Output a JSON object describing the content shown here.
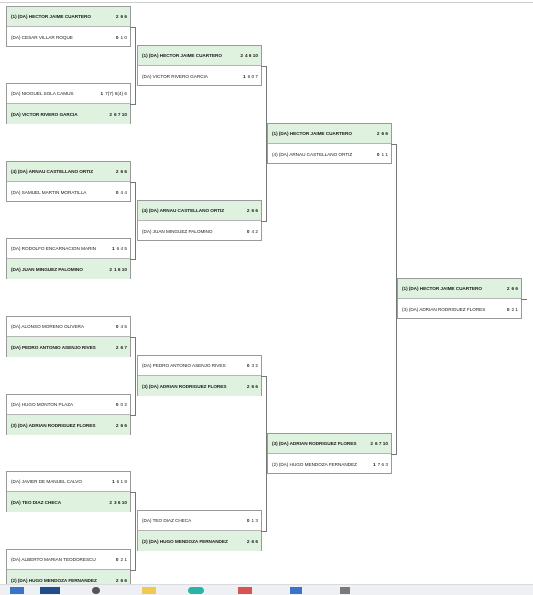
{
  "rounds": [
    {
      "matches": [
        {
          "p1": {
            "name": "(1) (DA) HECTOR JAIME CUARTERO",
            "won": 2,
            "games": "6 6",
            "winner": true
          },
          "p2": {
            "name": "(DA) CESAR VILLAR ROQUE",
            "won": 0,
            "games": "1 0",
            "winner": false
          }
        },
        {
          "p1": {
            "name": "(DA) NIOGUEL SOLA CAMUS",
            "won": 1,
            "games": "7(7) 6(4) 6",
            "winner": false
          },
          "p2": {
            "name": "(DA) VICTOR RIVERO GARCIA",
            "won": 2,
            "games": "6 7 10",
            "winner": true
          }
        },
        {
          "p1": {
            "name": "(4) (DA) ARNAU CASTELLANO ORTIZ",
            "won": 2,
            "games": "6 6",
            "winner": true
          },
          "p2": {
            "name": "(DA) SAMUEL MARTIN MORATILLA",
            "won": 0,
            "games": "4 4",
            "winner": false
          }
        },
        {
          "p1": {
            "name": "(DA) RODOLFO ENCARNACION MARIN",
            "won": 1,
            "games": "6 4 5",
            "winner": false
          },
          "p2": {
            "name": "(DA) JUAN MINGUEZ PALOMINO",
            "won": 2,
            "games": "1 6 10",
            "winner": true
          }
        },
        {
          "p1": {
            "name": "(DA) ALONSO MORENO OLIVERA",
            "won": 0,
            "games": "4 5",
            "winner": false
          },
          "p2": {
            "name": "(DA) PEDRO ANTONIO ASENJO RIVES",
            "won": 2,
            "games": "6 7",
            "winner": true
          }
        },
        {
          "p1": {
            "name": "(DA) HUGO MONTON PLAZA",
            "won": 0,
            "games": "0 2",
            "winner": false
          },
          "p2": {
            "name": "(3) (DA) ADRIAN RODRIGUEZ FLORES",
            "won": 2,
            "games": "6 6",
            "winner": true
          }
        },
        {
          "p1": {
            "name": "(DA) JAVIER DE MANUEL CALVO",
            "won": 1,
            "games": "6 1 8",
            "winner": false
          },
          "p2": {
            "name": "(DA) TEO DIAZ CHECA",
            "won": 2,
            "games": "3 6 10",
            "winner": true
          }
        },
        {
          "p1": {
            "name": "(DA) ALBERTO MARIAN TEODORESCU",
            "won": 0,
            "games": "2 1",
            "winner": false
          },
          "p2": {
            "name": "(2) (DA) HUGO MENDOZA FERNANDEZ",
            "won": 2,
            "games": "6 6",
            "winner": true
          }
        }
      ]
    },
    {
      "matches": [
        {
          "p1": {
            "name": "(1) (DA) HECTOR JAIME CUARTERO",
            "won": 2,
            "games": "4 6 10",
            "winner": true
          },
          "p2": {
            "name": "(DA) VICTOR RIVERO GARCIA",
            "won": 1,
            "games": "6 0 7",
            "winner": false
          }
        },
        {
          "p1": {
            "name": "(4) (DA) ARNAU CASTELLANO ORTIZ",
            "won": 2,
            "games": "6 6",
            "winner": true
          },
          "p2": {
            "name": "(DA) JUAN MINGUEZ PALOMINO",
            "won": 0,
            "games": "4 2",
            "winner": false
          }
        },
        {
          "p1": {
            "name": "(DA) PEDRO ANTONIO ASENJO RIVES",
            "won": 0,
            "games": "3 2",
            "winner": false
          },
          "p2": {
            "name": "(3) (DA) ADRIAN RODRIGUEZ FLORES",
            "won": 2,
            "games": "6 6",
            "winner": true
          }
        },
        {
          "p1": {
            "name": "(DA) TEO DIAZ CHECA",
            "won": 0,
            "games": "1 3",
            "winner": false
          },
          "p2": {
            "name": "(2) (DA) HUGO MENDOZA FERNANDEZ",
            "won": 2,
            "games": "6 6",
            "winner": true
          }
        }
      ]
    },
    {
      "matches": [
        {
          "p1": {
            "name": "(1) (DA) HECTOR JAIME CUARTERO",
            "won": 2,
            "games": "6 6",
            "winner": true
          },
          "p2": {
            "name": "(4) (DA) ARNAU CASTELLANO ORTIZ",
            "won": 0,
            "games": "1 1",
            "winner": false
          }
        },
        {
          "p1": {
            "name": "(3) (DA) ADRIAN RODRIGUEZ FLORES",
            "won": 2,
            "games": "6 7 10",
            "winner": true
          },
          "p2": {
            "name": "(2) (DA) HUGO MENDOZA FERNANDEZ",
            "won": 1,
            "games": "7 6 3",
            "winner": false
          }
        }
      ]
    },
    {
      "matches": [
        {
          "p1": {
            "name": "(1) (DA) HECTOR JAIME CUARTERO",
            "won": 2,
            "games": "6 6",
            "winner": true
          },
          "p2": {
            "name": "(3) (DA) ADRIAN RODRIGUEZ FLORES",
            "won": 0,
            "games": "2 1",
            "winner": false
          }
        }
      ]
    }
  ],
  "colors": {
    "winner_bg": "#dff1df",
    "border": "#9a9a9a",
    "connector": "#777777",
    "taskbar": "#eef0f3"
  },
  "taskbar_icons": [
    "search-icon",
    "file-explorer-icon",
    "person-icon",
    "folder-icon",
    "edge-browser-icon",
    "calendar-icon",
    "mail-icon",
    "store-icon"
  ]
}
